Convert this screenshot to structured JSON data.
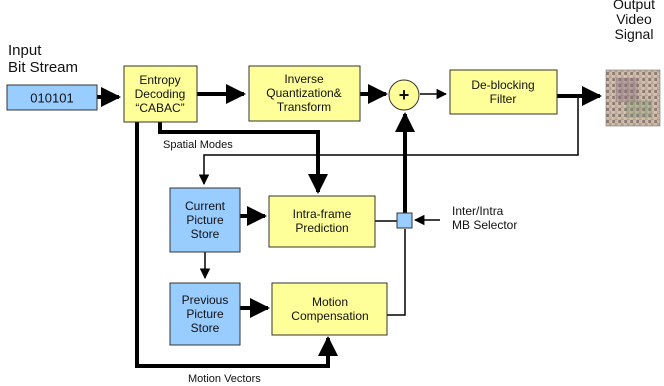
{
  "labels": {
    "input": [
      "Input",
      "Bit Stream"
    ],
    "output": [
      "Output",
      "Video",
      "Signal"
    ],
    "spatial_modes": "Spatial Modes",
    "motion_vectors": "Motion Vectors",
    "selector": [
      "Inter/Intra",
      "MB Selector"
    ],
    "adder_symbol": "+"
  },
  "blocks": {
    "bitstream": [
      "010101"
    ],
    "entropy": [
      "Entropy",
      "Decoding",
      "“CABAC”"
    ],
    "inverse": [
      "Inverse",
      "Quantization&",
      "Transform"
    ],
    "deblock": [
      "De-blocking",
      "Filter"
    ],
    "current": [
      "Current",
      "Picture",
      "Store"
    ],
    "intra": [
      "Intra-frame",
      "Prediction"
    ],
    "previous": [
      "Previous",
      "Picture",
      "Store"
    ],
    "motion": [
      "Motion",
      "Compensation"
    ]
  },
  "colors": {
    "yellow_block": "#ffff99",
    "blue_block": "#99ccff",
    "line": "#000000"
  }
}
